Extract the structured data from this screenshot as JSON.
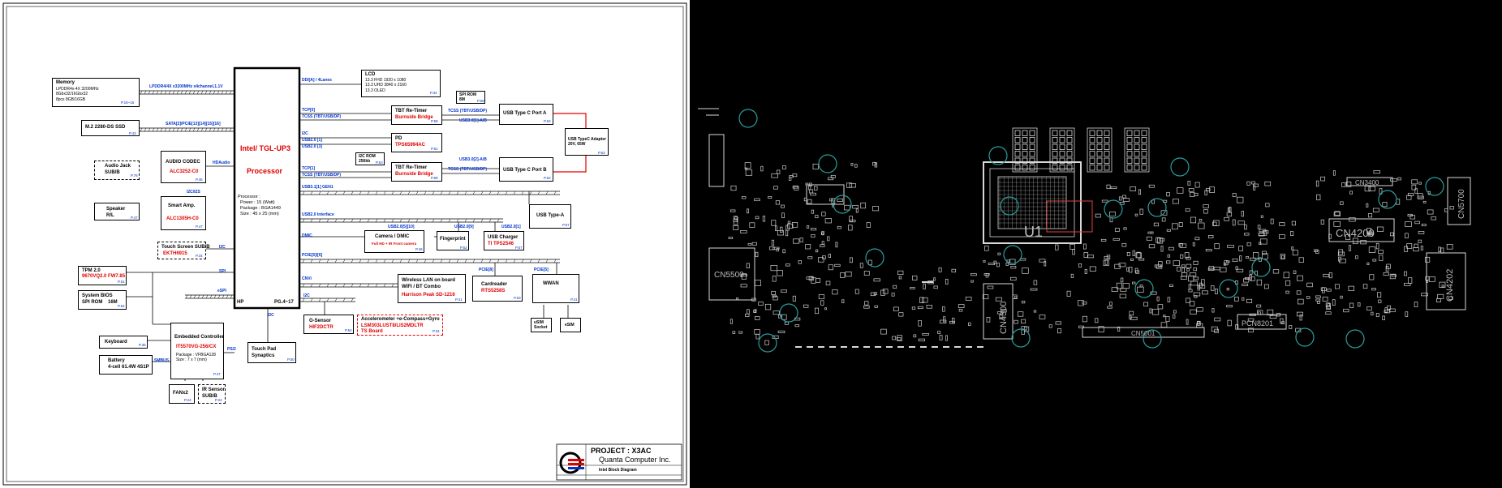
{
  "schematic": {
    "cpu": {
      "title": "Intel/ TGL-UP3",
      "subtitle": "Processor",
      "specs": "Processor :\n  Power : 15 (Watt)\n  Package : BGA1449\n  Size : 45 x 25 (mm)",
      "hp": "HP",
      "page": "PG.4~17"
    },
    "memory": {
      "title": "Memory",
      "details": "LPDDR4x-4X 3200MHz\n8Gbx32/16Gbx32\n8pcs 8GB/16GB",
      "page": "P.18~15",
      "bus": "LPDDR4/4X x3200MHz x4channel,1.1V"
    },
    "ssd": {
      "label": "M.2 2280-DS SSD",
      "page": "P.43",
      "bus": "SATA[2]/PCIE[13][14][15][16]"
    },
    "audio_jack": {
      "label": "Audio Jack\nSUB/B",
      "page": "P.76"
    },
    "audio_codec": {
      "title": "AUDIO CODEC",
      "part": "ALC3252-C0",
      "page": "P.46",
      "bus": "HDAudio"
    },
    "i2c_i2s": "I2C/I2S",
    "speaker": {
      "label": "Speaker\nR/L",
      "page": "P.47"
    },
    "smart_amp": {
      "title": "Smart Amp.",
      "part": "ALC1305H-C0",
      "page": "P.47"
    },
    "touch_screen": {
      "label": "Touch Screen SUB/B",
      "part": "EKTH6915",
      "page": "P.34",
      "bus": "I2C"
    },
    "tpm": {
      "label": "TPM 2.0",
      "part": "9670VQ2.0 FW7.85",
      "page": "P.51",
      "bus": "SPI"
    },
    "bios": {
      "label": "System BIOS\nSPI ROM    16M",
      "page": "P.54",
      "bus": "eSPI"
    },
    "keyboard": {
      "label": "Keyboard",
      "page": "P.36"
    },
    "battery": {
      "label": "Battery\n4-cell 61.4W 4S1P",
      "bus": "SMBUS"
    },
    "ec": {
      "title": "Embedded Controller",
      "part": "IT5570VG-256/CX",
      "package": "Package : VFBGA128\nSize : 7 x 7 (mm)",
      "page": "P.47",
      "ps2": "PS/2"
    },
    "fan": {
      "label": "FANx2",
      "page": "P.24"
    },
    "ir_sensor": {
      "label": "IR Sensor\nSUB/B",
      "page": "P.24"
    },
    "touchpad": {
      "label": "Touch Pad\nSynaptics",
      "page": "P.50",
      "bus": "I2C"
    },
    "lcd": {
      "title": "LCD",
      "details": "13.3 FHD 1920 x 1080\n13.3 UHD 3840 x 2160\n13.3 OLED",
      "page": "P.34",
      "bus": "DDI[A] / 4Lanes"
    },
    "spi_rom": {
      "label": "SPI ROM\n8M",
      "page": "P.58"
    },
    "retimer0": {
      "title": "TBT Re-Timer",
      "part": "Burnside Bridge",
      "page": "P.58",
      "bus": "TCP[0]",
      "sub": "TCSS (TBT/USB/DP)"
    },
    "pd": {
      "title": "PD",
      "part": "TPS65994AC",
      "page": "P.61",
      "i2c": "I2C",
      "usb2_1": "USB2.0 [1]",
      "usb2_3": "USB2.0 [3]"
    },
    "i2c_rom": {
      "label": "I2C ROM\n256kb",
      "page": "P.63"
    },
    "retimer1": {
      "title": "TBT Re-Timer",
      "part": "Burnside Bridge",
      "page": "P.58",
      "bus": "TCP[1]",
      "sub": "TCSS (TBT/USB/DP)"
    },
    "usbc_a": {
      "label": "USB Type C Port A",
      "page": "P.62",
      "bus_top": "TCSS (TBT/USB/DP)",
      "bus_bot": "USB3.0[1]-A/B"
    },
    "usbc_b": {
      "label": "USB Type C Port B",
      "page": "P.62",
      "bus_top": "USB3.0[2]-A/B",
      "bus_bot": "TCSS (TBT/USB/DP)"
    },
    "adapter": {
      "label": "USB TypeC Adapter\n20V, 65W",
      "page": "P.63"
    },
    "usb31": "USB3.1[1] GEN1",
    "usba": {
      "label": "USB Type-A",
      "page": "P.57"
    },
    "usb20_if": "USB2.0 Interface",
    "camera": {
      "title": "Camera / DMIC",
      "part": "Full HD + IR Front camera",
      "page": "P.46",
      "bus": "DMIC",
      "usb": "USB2.0[5][10]"
    },
    "fingerprint": {
      "label": "Fingerprint",
      "page": "P.52",
      "usb": "USB2.0[9]"
    },
    "usb_charger": {
      "title": "USB Charger",
      "part": "TI TPS2546",
      "page": "P.57",
      "usb": "USB2.0[1]"
    },
    "pcie": "PCIE[5]/[6]",
    "cnvi": "CNVi",
    "wlan": {
      "title": "Wireless LAN on board\nWIFI / BT Combo",
      "part": "Harrison Peak SD-1216",
      "page": "P.41"
    },
    "cardreader": {
      "title": "Cardreader",
      "part": "RTS5258S",
      "page": "P.53",
      "bus": "PCIE[8]"
    },
    "wwan": {
      "title": "WWAN",
      "page": "P.41",
      "bus": "PCIE[5]"
    },
    "usim": "uSIM\nSocket",
    "esim": "eSIM",
    "gsensor": {
      "title": "G-Sensor",
      "part": "HIF2DCTR",
      "page": "P.54",
      "bus": "I2C"
    },
    "accel": {
      "title": "Accelerometer +e-Compass+Gyro",
      "part": "LSM303LUST8/LIS2MDLTR",
      "sub": "TS Board",
      "page": "P.34"
    },
    "titleblock": {
      "project": "PROJECT : X3AC",
      "company": "Quanta Computer Inc.",
      "sheet": "Intel Block Diagram"
    }
  },
  "board": {
    "labels": [
      "CN5500",
      "CN4300",
      "CN5001",
      "PCN8201",
      "CN4200",
      "CN4202",
      "CN3400",
      "CN5700",
      "U1"
    ]
  },
  "colors": {
    "bus": "#0033cc",
    "part": "#e00000",
    "board_line": "#d8d8d8",
    "board_ring": "#2a9d9d"
  }
}
